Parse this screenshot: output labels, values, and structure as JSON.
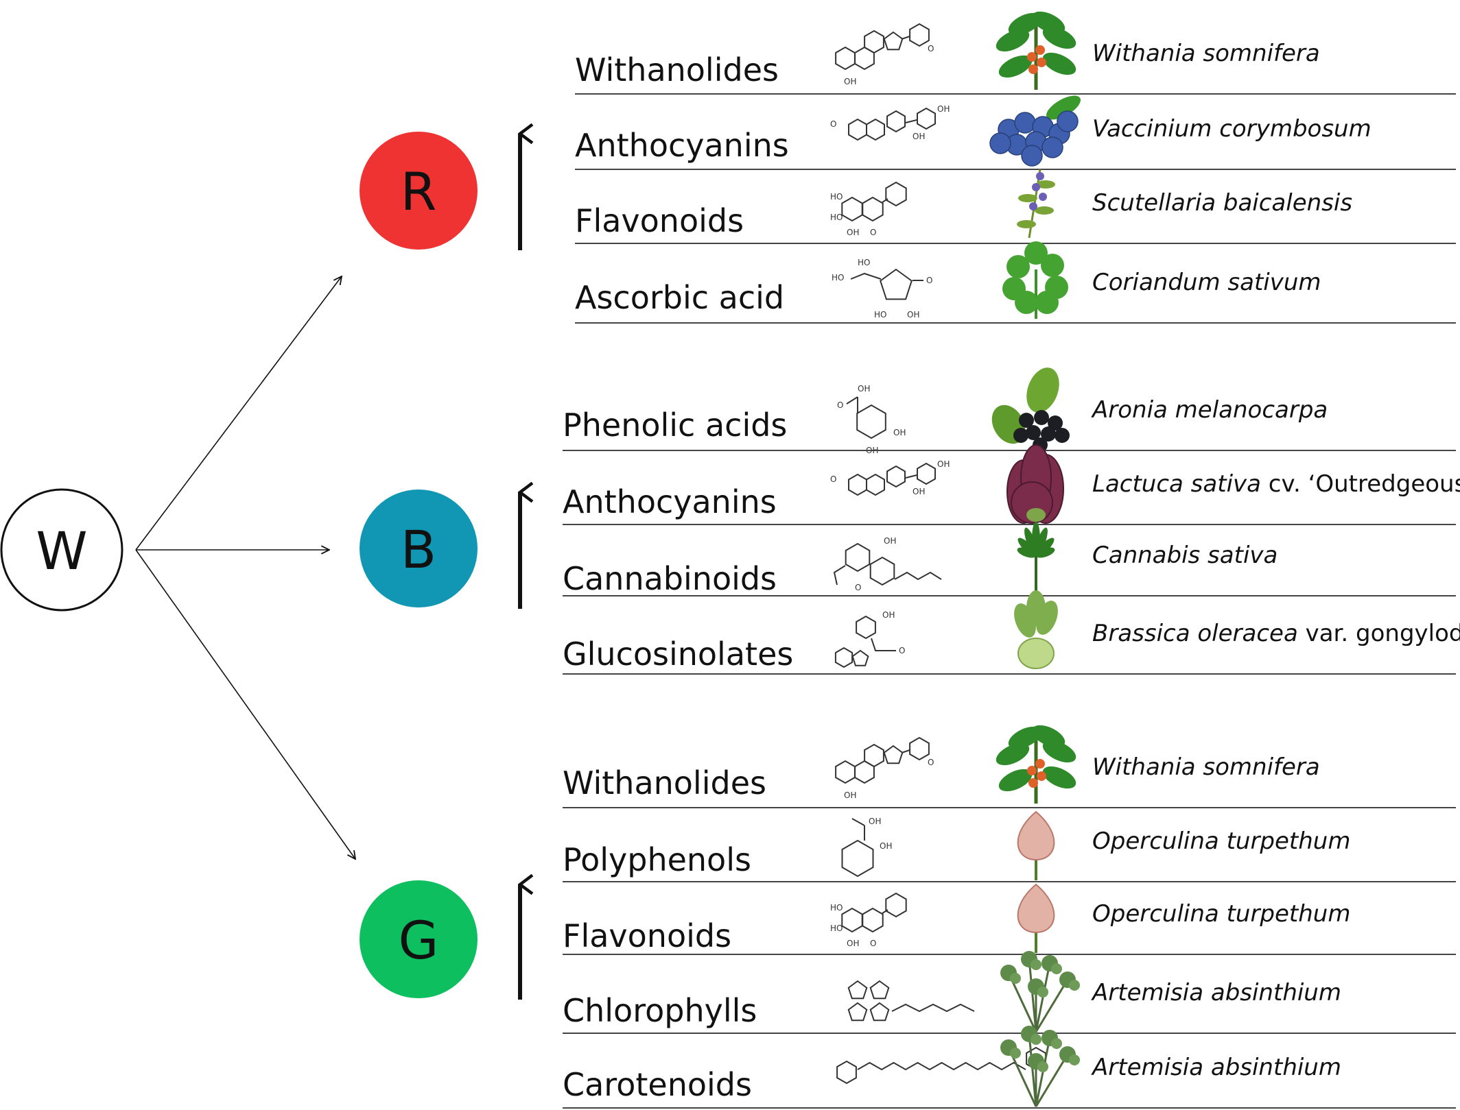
{
  "source_node": {
    "letter": "W"
  },
  "groups": [
    {
      "letter": "R",
      "color": "#ef3333",
      "rows": [
        {
          "compound": "Withanolides",
          "species": "Withania somnifera",
          "species_suffix": "",
          "plant_icon": "withania-plant-icon",
          "molecule_icon": "withanolide-structure-icon"
        },
        {
          "compound": "Anthocyanins",
          "species": "Vaccinium corymbosum",
          "species_suffix": "",
          "plant_icon": "blueberry-icon",
          "molecule_icon": "anthocyanin-structure-icon"
        },
        {
          "compound": "Flavonoids",
          "species": "Scutellaria baicalensis",
          "species_suffix": "",
          "plant_icon": "skullcap-flower-icon",
          "molecule_icon": "flavonoid-structure-icon"
        },
        {
          "compound": "Ascorbic acid",
          "species": "Coriandum sativum",
          "species_suffix": "",
          "plant_icon": "coriander-leaf-icon",
          "molecule_icon": "ascorbic-acid-structure-icon"
        }
      ]
    },
    {
      "letter": "B",
      "color": "#1196b3",
      "rows": [
        {
          "compound": "Phenolic acids",
          "species": "Aronia melanocarpa",
          "species_suffix": "",
          "plant_icon": "aronia-berries-icon",
          "molecule_icon": "phenolic-acid-structure-icon"
        },
        {
          "compound": "Anthocyanins",
          "species": "Lactuca sativa",
          "species_suffix": " cv. ‘Outredgeous’",
          "plant_icon": "red-lettuce-icon",
          "molecule_icon": "anthocyanin-structure-icon"
        },
        {
          "compound": "Cannabinoids",
          "species": "Cannabis sativa",
          "species_suffix": "",
          "plant_icon": "cannabis-leaf-icon",
          "molecule_icon": "cannabinoid-structure-icon"
        },
        {
          "compound": "Glucosinolates",
          "species": "Brassica oleracea",
          "species_suffix": " var. gongylodes",
          "plant_icon": "kohlrabi-icon",
          "molecule_icon": "glucosinolate-structure-icon"
        }
      ]
    },
    {
      "letter": "G",
      "color": "#0dbf5e",
      "rows": [
        {
          "compound": "Withanolides",
          "species": "Withania somnifera",
          "species_suffix": "",
          "plant_icon": "withania-plant-icon",
          "molecule_icon": "withanolide-structure-icon"
        },
        {
          "compound": "Polyphenols",
          "species": "Operculina turpethum",
          "species_suffix": "",
          "plant_icon": "operculina-bud-icon",
          "molecule_icon": "polyphenol-structure-icon"
        },
        {
          "compound": "Flavonoids",
          "species": "Operculina turpethum",
          "species_suffix": "",
          "plant_icon": "operculina-bud-icon",
          "molecule_icon": "flavonoid-structure-icon"
        },
        {
          "compound": "Chlorophylls",
          "species": "Artemisia absinthium",
          "species_suffix": "",
          "plant_icon": "artemisia-plant-icon",
          "molecule_icon": "chlorophyll-structure-icon"
        },
        {
          "compound": "Carotenoids",
          "species": "Artemisia absinthium",
          "species_suffix": "",
          "plant_icon": "artemisia-plant-icon",
          "molecule_icon": "carotenoid-structure-icon"
        }
      ]
    }
  ],
  "structure_labels": {
    "oh": "OH",
    "ho": "HO",
    "o": "O"
  }
}
